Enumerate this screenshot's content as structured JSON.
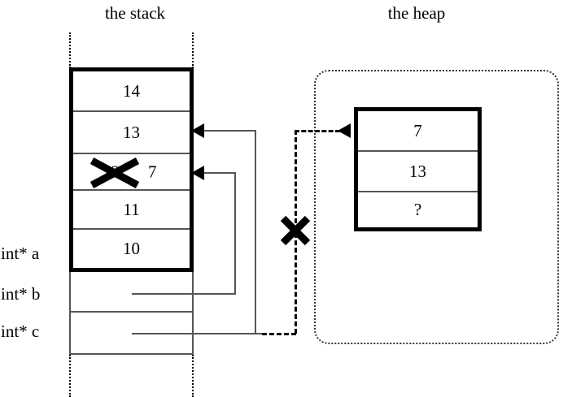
{
  "diagram": {
    "titles": {
      "stack": "the stack",
      "heap": "the heap"
    },
    "stack": {
      "used_cells": [
        {
          "value": "14",
          "struck": false
        },
        {
          "value": "13",
          "struck": false
        },
        {
          "value": "12",
          "struck": true,
          "replacement": "7"
        },
        {
          "value": "11",
          "struck": false
        },
        {
          "value": "10",
          "struck": false
        }
      ],
      "free_cells": [
        "",
        ""
      ],
      "variable_labels": [
        "int* a",
        "int* b",
        "int* c"
      ]
    },
    "heap": {
      "cells": [
        "7",
        "13",
        "?"
      ]
    },
    "markers": {
      "struck_value_x": "x-mark",
      "dangling_pointer_x": "x-mark"
    },
    "colors": {
      "ink": "#000000",
      "thin_line": "#555555",
      "background": "#ffffff"
    }
  }
}
